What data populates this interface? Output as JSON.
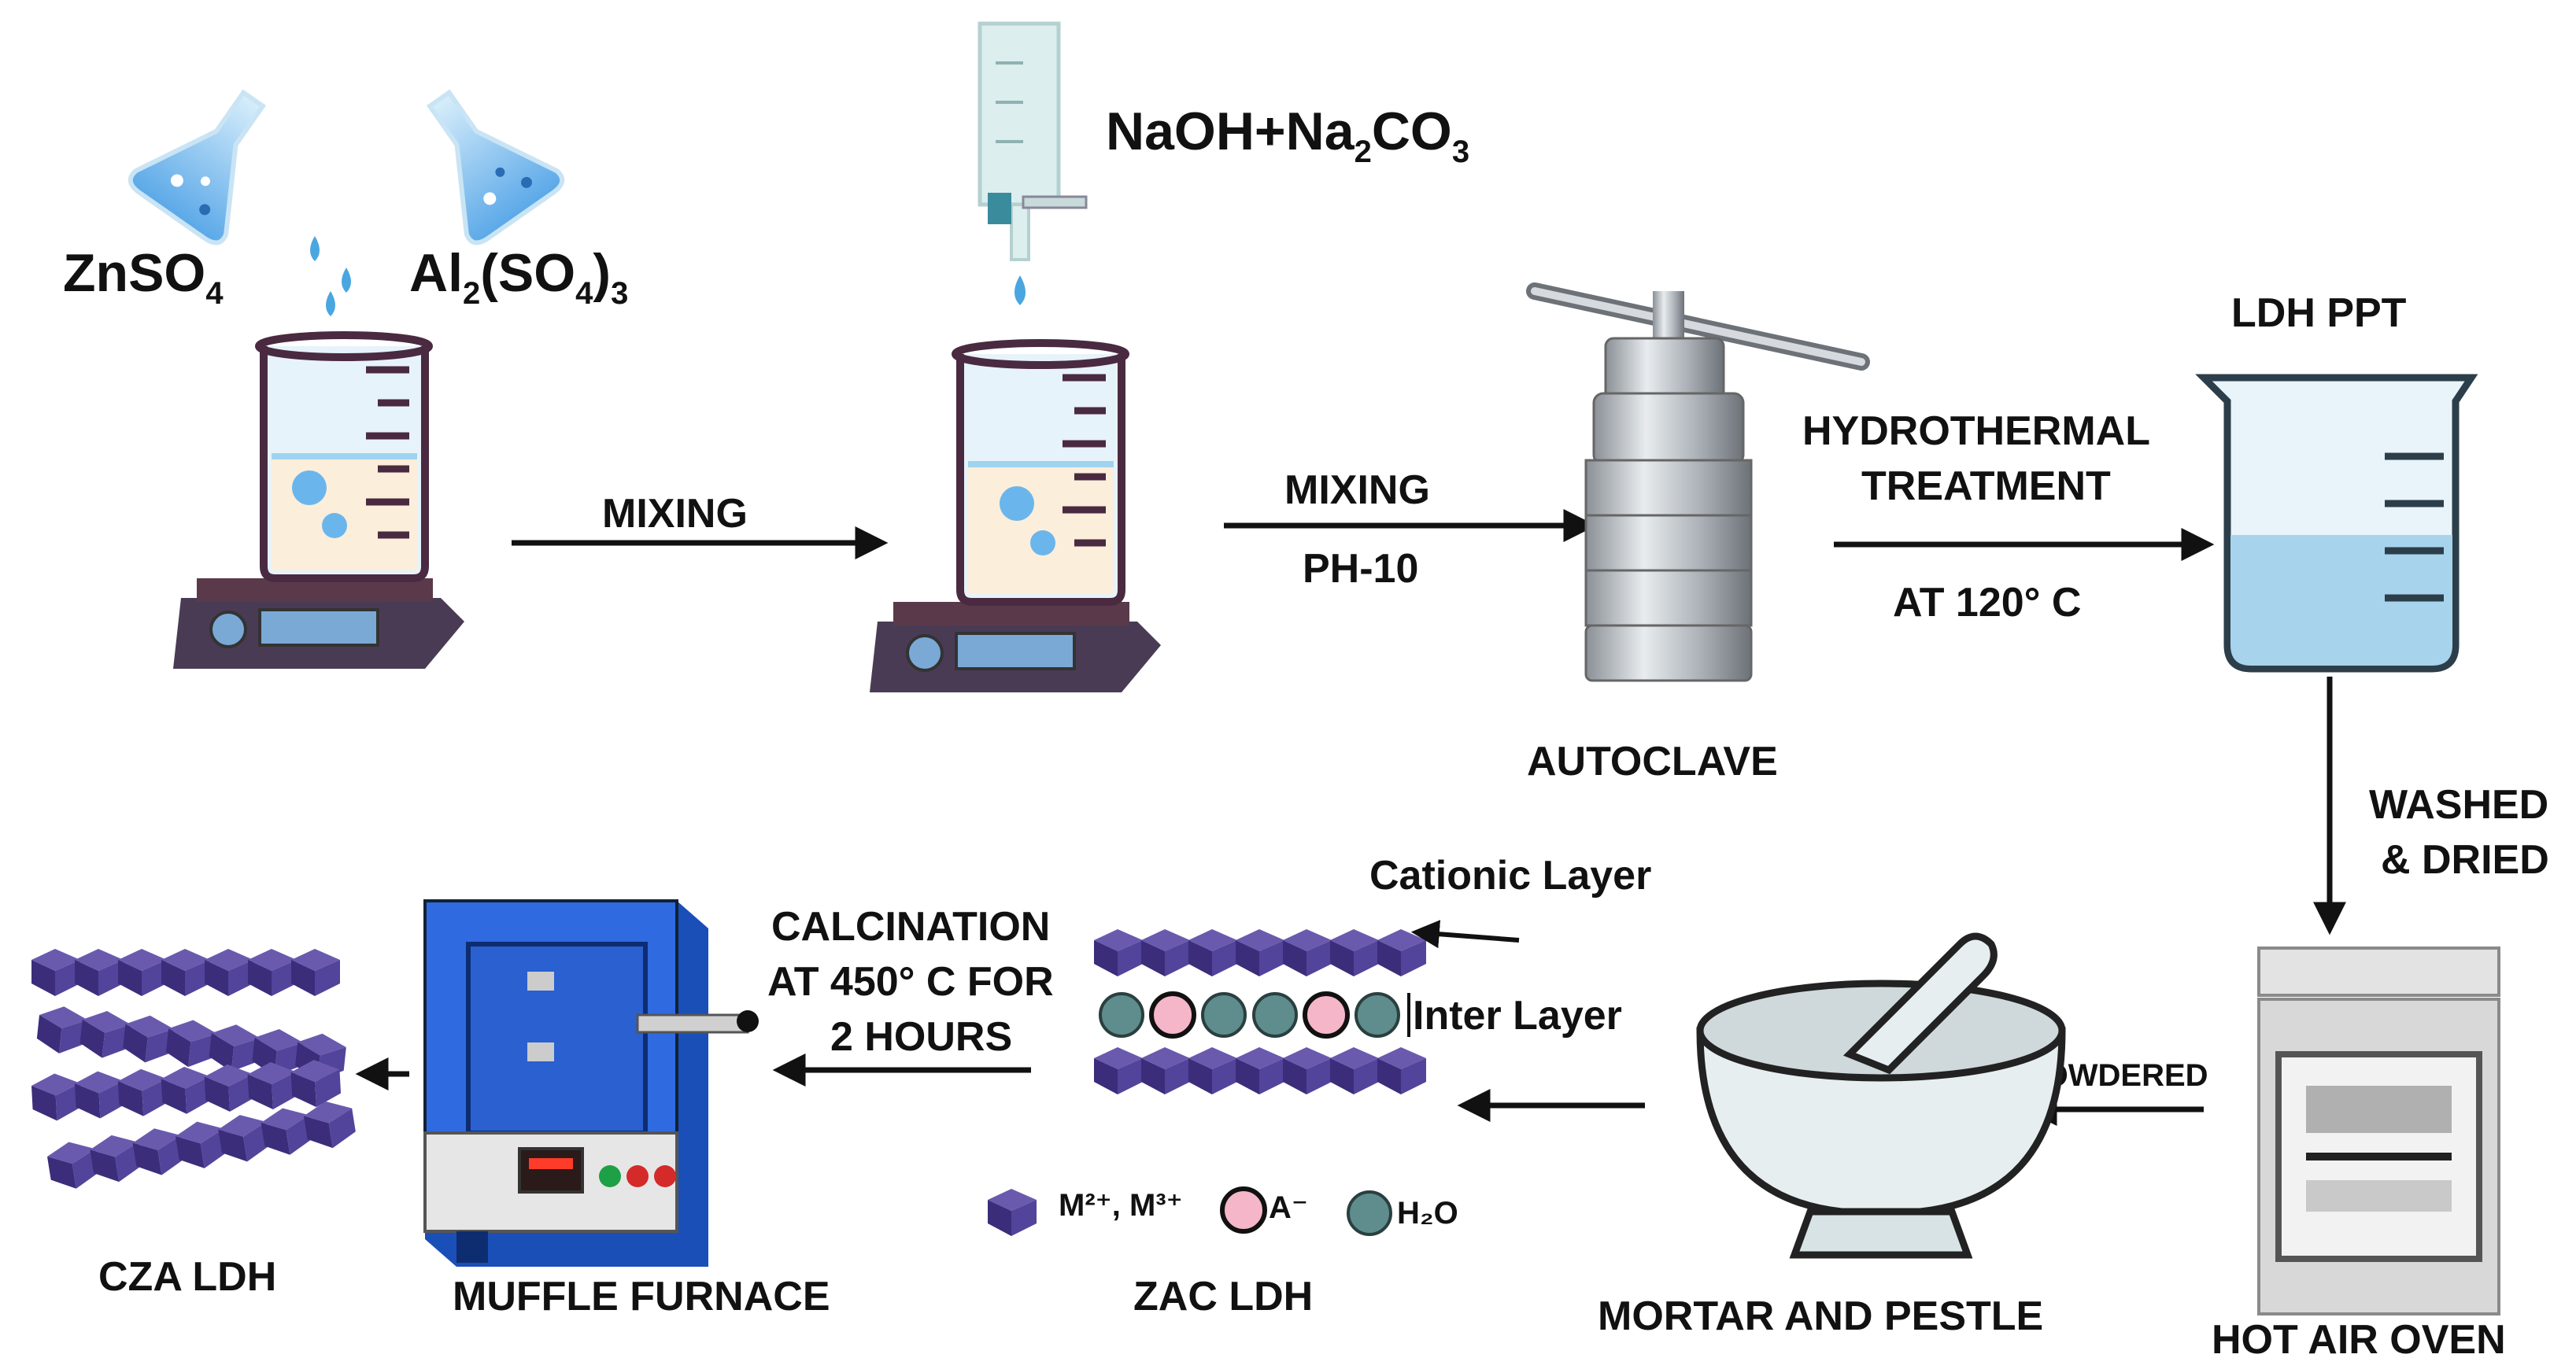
{
  "reagents": {
    "left_flask": "ZnSO",
    "left_sub": "4",
    "right_flask_a": "Al",
    "right_flask_a_sub": "2",
    "right_flask_b": "(SO",
    "right_flask_b_sub": "4",
    "right_flask_c": ")",
    "right_flask_c_sub": "3",
    "burette_a": "NaOH+Na",
    "burette_a_sub": "2",
    "burette_b": "CO",
    "burette_b_sub": "3"
  },
  "steps": {
    "mixing_1": "MIXING",
    "mixing_2": "MIXING",
    "ph": "PH-10",
    "autoclave": "AUTOCLAVE",
    "hydrothermal_1": "HYDROTHERMAL",
    "hydrothermal_2": "TREATMENT",
    "temp_hydro": "AT 120° C",
    "ldh_ppt": "LDH PPT",
    "washed_1": "WASHED",
    "washed_2": "& DRIED",
    "hot_air_oven": "HOT AIR OVEN",
    "powdered": "POWDERED",
    "mortar": "MORTAR AND PESTLE",
    "cationic": "Cationic Layer",
    "inter": "Inter Layer",
    "zac": "ZAC LDH",
    "calc_1": "CALCINATION",
    "calc_2": "AT 450° C FOR",
    "calc_3": "2 HOURS",
    "muffle": "MUFFLE FURNACE",
    "cza": "CZA LDH"
  },
  "legend": {
    "metal": "M²⁺, M³⁺",
    "anion": "A⁻",
    "water": "H₂O"
  },
  "colors": {
    "arrow": "#111111",
    "liquid": "#9fd3ef",
    "beaker_rim": "#3c1f3c",
    "furnace_blue": "#1f5fd0",
    "octa": "#4a3b8c",
    "water_mol": "#5f8c8c",
    "anion": "#f4b6c8",
    "steel": "#b8bec4"
  }
}
